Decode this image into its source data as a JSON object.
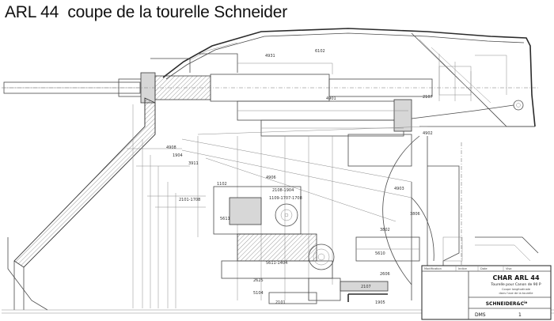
{
  "title": "ARL 44  coupe de la tourelle Schneider",
  "callouts": [
    "4931",
    "6102",
    "4901",
    "2107",
    "4902",
    "4908",
    "1904",
    "4903",
    "3911",
    "2101-1708",
    "1102",
    "4906",
    "2108-1904",
    "1109-1707-1708",
    "5611",
    "3806",
    "3802",
    "5610",
    "2606",
    "5611-1404",
    "2625",
    "2107",
    "5104",
    "1905",
    "2101"
  ],
  "title_block": {
    "rev_row": [
      "Modification",
      "Indice",
      "Date",
      "Visa"
    ],
    "line1": "CHAR ARL 44",
    "line2": "Tourelle pour Canon de 90 P",
    "line3": "Coupe longitudinale",
    "line4": "dans l'axe de la tourelle",
    "company": "SCHNEIDER&C",
    "company_sup": "ie",
    "dms_label": "DMS",
    "dms_number": "1"
  },
  "colors": {
    "line": "#4a4a4a",
    "background": "#ffffff"
  }
}
